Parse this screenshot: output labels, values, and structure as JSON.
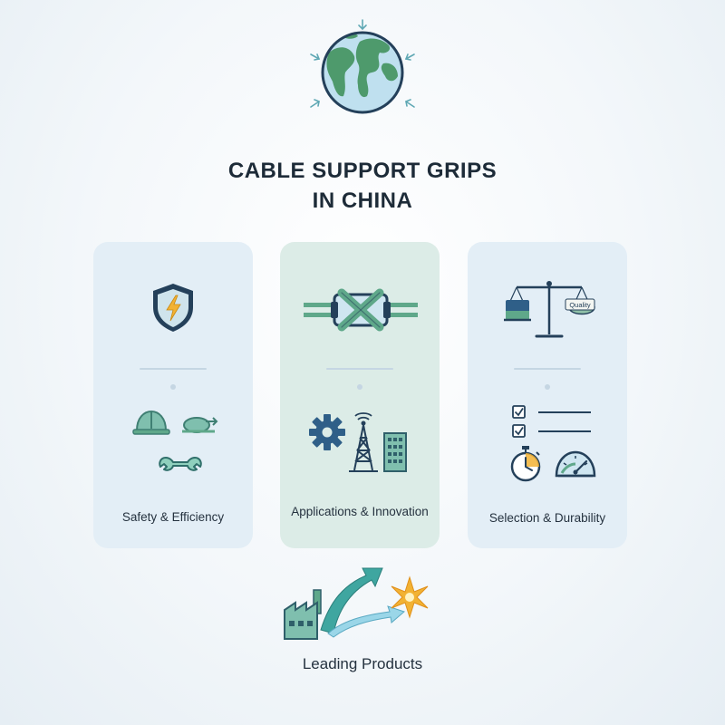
{
  "header": {
    "title_line1": "CABLE SUPPORT GRIPS",
    "title_line2": "IN CHINA",
    "icon": "globe-icon"
  },
  "cards": [
    {
      "label": "Safety & Efficiency",
      "icons": [
        "shield-lightning-icon",
        "hard-hat-icon",
        "cable-grip-icon",
        "wrench-icon"
      ]
    },
    {
      "label": "Applications & Innovation",
      "icons": [
        "cable-connector-icon",
        "gear-icon",
        "radio-tower-icon",
        "building-icon"
      ]
    },
    {
      "label": "Selection & Durability",
      "icons": [
        "balance-scale-icon",
        "checklist-icon",
        "stopwatch-icon",
        "gauge-icon"
      ],
      "scale_tag": "Quality"
    }
  ],
  "footer": {
    "label": "Leading Products",
    "icons": [
      "factory-icon",
      "growth-arrow-icon",
      "star-burst-icon"
    ]
  },
  "colors": {
    "teal": "#3f8f86",
    "navy": "#24405a",
    "green": "#5fa88a",
    "gold": "#f2b233",
    "card_blue": "#e3eef6",
    "card_green": "#dcece7"
  }
}
